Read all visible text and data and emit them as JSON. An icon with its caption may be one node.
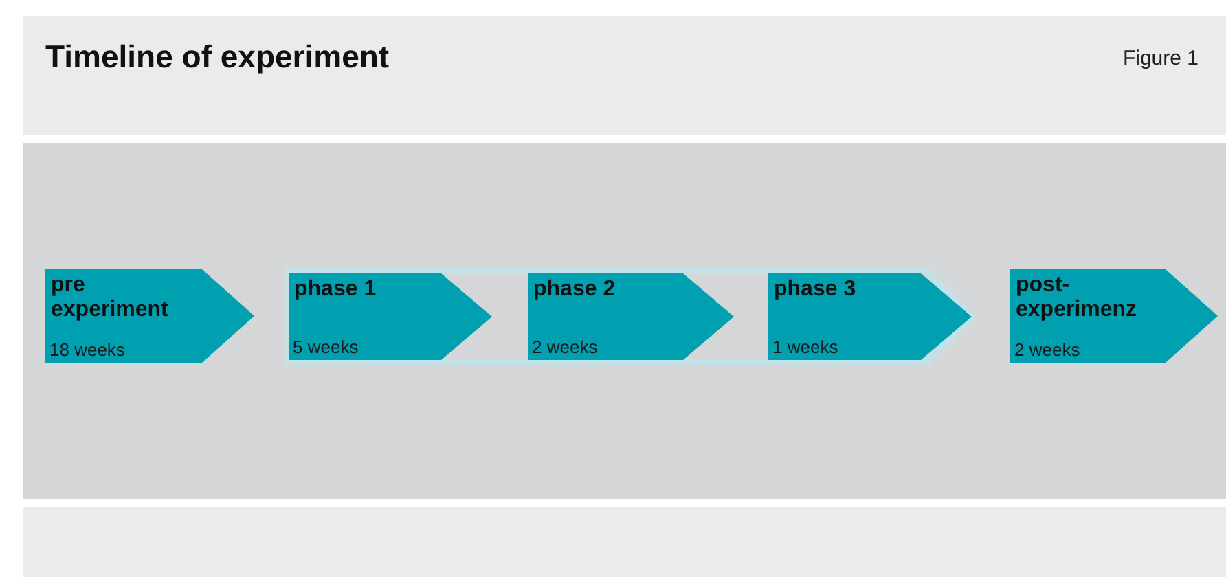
{
  "diagram": {
    "title": "Timeline of experiment",
    "nodes": [
      {
        "text": [
          "pre experiment",
          "18 weeks"
        ]
      },
      {
        "text": [],
        "shape": "arrow"
      },
      {
        "text": [
          "phase 1",
          "5 weeks"
        ],
        "in": 1
      },
      {
        "text": [
          "phase 2",
          "2 weeks"
        ],
        "in": 1
      },
      {
        "text": [
          "phase 3",
          "1 weeks"
        ],
        "in": 1
      },
      {
        "text": [
          "post- experimenz",
          "2 weeks"
        ]
      }
    ],
    "labels": [
      "Figure 1"
    ]
  }
}
